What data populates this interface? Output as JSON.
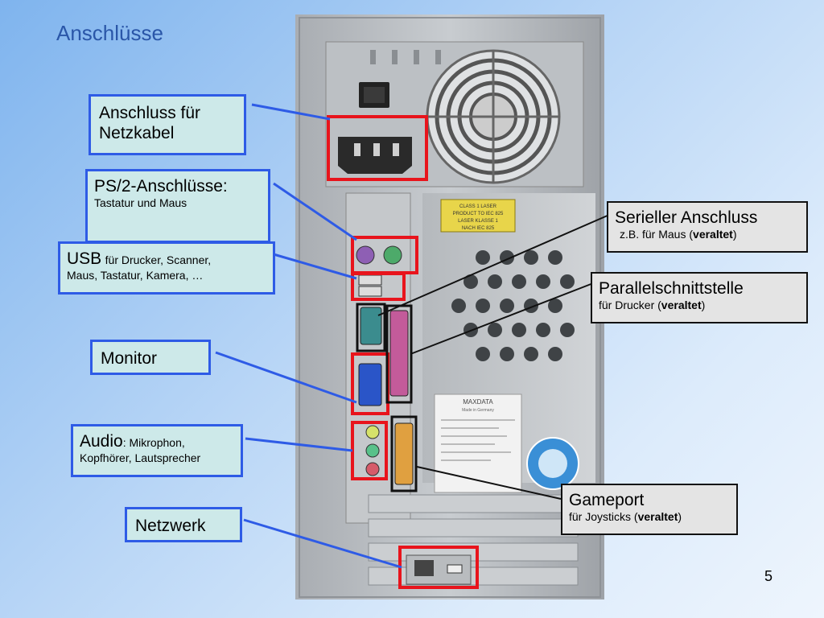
{
  "slide": {
    "title": "Anschlüsse",
    "page_number": "5"
  },
  "labels": {
    "power": {
      "line1": "Anschluss für",
      "line2": "Netzkabel"
    },
    "ps2": {
      "title": "PS/2-Anschlüsse:",
      "desc": "Tastatur und Maus"
    },
    "usb": {
      "title": "USB",
      "desc1": "für Drucker, ",
      "desc1b": "Scanner,",
      "desc2": "Maus, Tastatur, Kamera, …"
    },
    "monitor": {
      "title": "Monitor"
    },
    "audio": {
      "title": "Audio",
      "desc1": ": Mikrophon,",
      "desc2": "Kopfhörer, Lautsprecher"
    },
    "network": {
      "title": "Netzwerk"
    },
    "serial": {
      "title": "Serieller Anschluss",
      "desc_pre": "z.B. für Maus (",
      "desc_bold": "veraltet",
      "desc_post": ")"
    },
    "parallel": {
      "title": "Parallelschnittstelle",
      "desc_pre": "für Drucker (",
      "desc_bold": "veraltet",
      "desc_post": ")"
    },
    "gameport": {
      "title": "Gameport",
      "desc_pre": "für Joysticks (",
      "desc_bold": "veraltet",
      "desc_post": ")"
    }
  },
  "photo": {
    "warning_label": [
      "CLASS 1 LASER",
      "PRODUCT TO IEC 825",
      "LASER KLASSE 1",
      "NACH IEC 825"
    ],
    "brand": "MAXDATA",
    "brand_sub": "Made in Germany"
  },
  "colors": {
    "accent_blue": "#2e5be6",
    "highlight_red": "#e8141c",
    "title_blue": "#2a56a8",
    "label_teal": "#cde9e9",
    "label_gray": "#e4e4e4"
  }
}
